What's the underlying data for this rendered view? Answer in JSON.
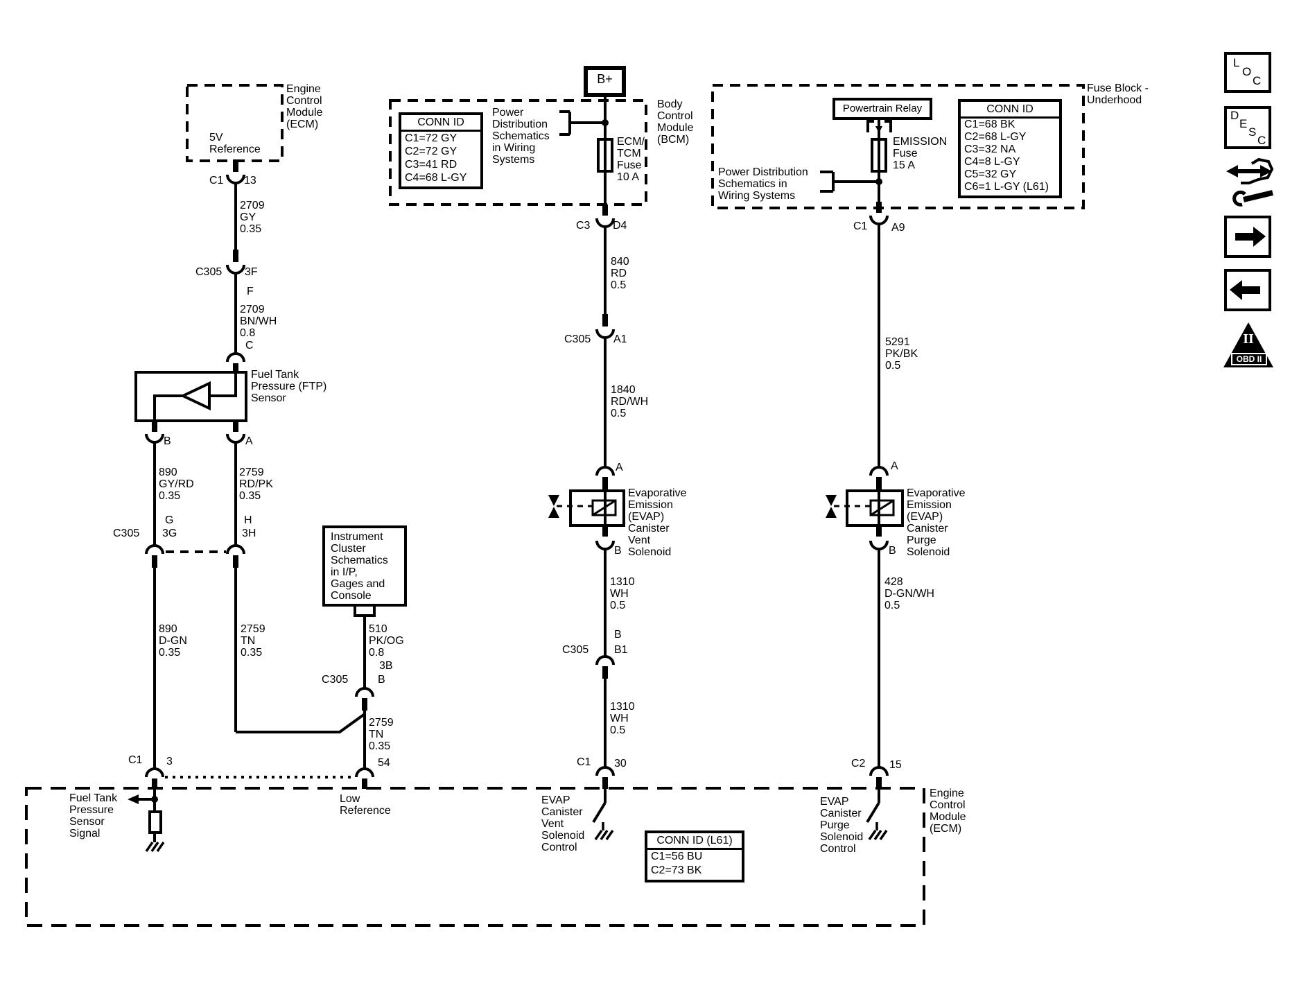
{
  "modules": {
    "ecm_top": {
      "inner": "5V\nReference",
      "label": "Engine\nControl\nModule\n(ECM)"
    },
    "ftp_sensor": "Fuel Tank\nPressure (FTP)\nSensor",
    "cluster_note": "Instrument\nCluster\nSchematics\nin I/P,\nGages and\nConsole",
    "bcm": {
      "bplus": "B+",
      "label": "Body\nControl\nModule\n(BCM)",
      "note": "Power\nDistribution\nSchematics\nin Wiring\nSystems",
      "fuse": "ECM/\nTCM\nFuse\n10 A",
      "conn_id": {
        "title": "CONN ID",
        "rows": [
          "C1=72 GY",
          "C2=72 GY",
          "C3=41 RD",
          "C4=68 L-GY"
        ]
      }
    },
    "fuse_block": {
      "label": "Fuse Block -\nUnderhood",
      "relay": "Powertrain Relay",
      "fuse": "EMISSION\nFuse\n15 A",
      "note": "Power Distribution\nSchematics in\nWiring Systems",
      "conn_id": {
        "title": "CONN ID",
        "rows": [
          "C1=68 BK",
          "C2=68 L-GY",
          "C3=32 NA",
          "C4=8 L-GY",
          "C5=32 GY",
          "C6=1 L-GY (L61)"
        ]
      }
    },
    "vent_solenoid": "Evaporative\nEmission\n(EVAP)\nCanister\nVent\nSolenoid",
    "purge_solenoid": "Evaporative\nEmission\n(EVAP)\nCanister\nPurge\nSolenoid",
    "ecm_bottom": {
      "label": "Engine\nControl\nModule\n(ECM)",
      "signal": "Fuel Tank\nPressure\nSensor\nSignal",
      "low_ref": "Low\nReference",
      "vent_ctl": "EVAP\nCanister\nVent\nSolenoid\nControl",
      "purge_ctl": "EVAP\nCanister\nPurge\nSolenoid\nControl",
      "conn_id": {
        "title": "CONN ID (L61)",
        "rows": [
          "C1=56 BU",
          "C2=73 BK"
        ]
      }
    }
  },
  "wires": {
    "w2709gy": "2709\nGY\n0.35",
    "w2709bnwh": "2709\nBN/WH\n0.8",
    "w890gyrd": "890\nGY/RD\n0.35",
    "w2759rdpk": "2759\nRD/PK\n0.35",
    "w890dgn": "890\nD-GN\n0.35",
    "w2759tn_a": "2759\nTN\n0.35",
    "w510": "510\nPK/OG\n0.8",
    "w2759tn_b": "2759\nTN\n0.35",
    "w840": "840\nRD\n0.5",
    "w1840": "1840\nRD/WH\n0.5",
    "w1310a": "1310\nWH\n0.5",
    "w1310b": "1310\nWH\n0.5",
    "w5291": "5291\nPK/BK\n0.5",
    "w428": "428\nD-GN/WH\n0.5"
  },
  "pins": {
    "p13_conn": "C1",
    "p13_pin": "13",
    "p3f_conn": "C305",
    "p3f_pin": "3F",
    "p3f_sub": "F",
    "ftp_c": "C",
    "ftp_b": "B",
    "ftp_a": "A",
    "row_conn": "C305",
    "g": "G",
    "g3": "3G",
    "h": "H",
    "h3": "3H",
    "cl_sub": "3B",
    "cl_conn": "C305",
    "cl_pin": "B",
    "p54": "54",
    "p3_conn": "C1",
    "p3_pin": "3",
    "d4_conn": "C3",
    "d4_pin": "D4",
    "a1_conn": "C305",
    "a1_pin": "A1",
    "vent_a": "A",
    "vent_b": "B",
    "b1_above": "B",
    "b1_conn": "C305",
    "b1_pin": "B1",
    "p30_conn": "C1",
    "p30_pin": "30",
    "a9_conn": "C1",
    "a9_pin": "A9",
    "purge_a": "A",
    "purge_b": "B",
    "p15_conn": "C2",
    "p15_pin": "15"
  },
  "sidebar": {
    "loc": [
      "L",
      "O",
      "C"
    ],
    "desc": [
      "D",
      "E",
      "S",
      "C"
    ],
    "obd_numeral": "II",
    "obd_label": "OBD II"
  },
  "colors": {
    "ink": "#000000",
    "paper": "#ffffff"
  }
}
